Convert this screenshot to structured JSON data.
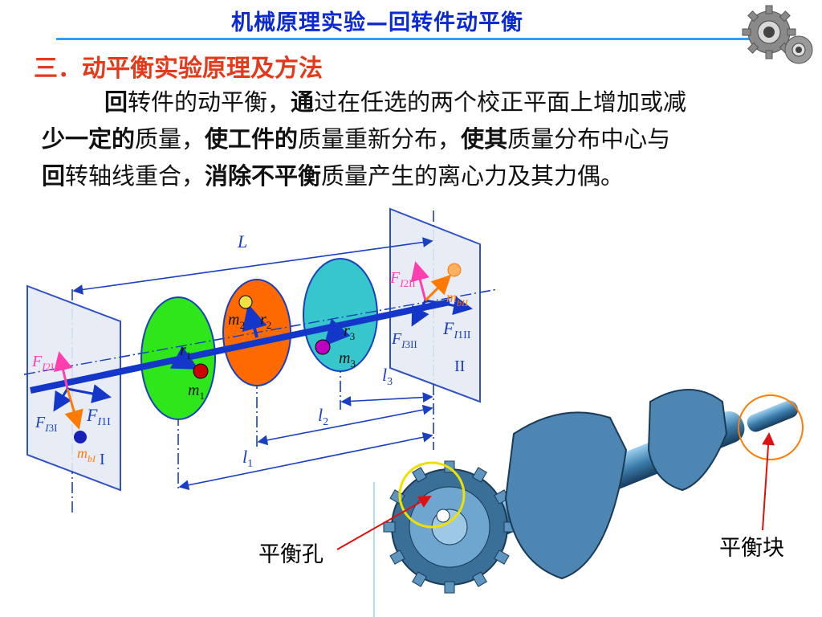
{
  "header": {
    "title": "机械原理实验—回转件动平衡"
  },
  "section": {
    "title": "三．动平衡实验原理及方法"
  },
  "paragraph": {
    "s1a": "回",
    "s1b": "转件的动平衡，",
    "s1c": "通",
    "s1d": "过在任选的两个校正平面上增加或减",
    "s2a": "少一定的",
    "s2b": "质量，",
    "s2c": "使工件的",
    "s2d": "质量重新分布，",
    "s2e": "使其",
    "s2f": "质量分布中心与",
    "s3a": "回",
    "s3b": "转轴线重合，",
    "s3c": "消除不平衡",
    "s3d": "质量产生的离心力及其力偶。"
  },
  "diagram": {
    "L": "L",
    "l1": "l",
    "l1_sub": "1",
    "l2": "l",
    "l2_sub": "2",
    "l3": "l",
    "l3_sub": "3",
    "r1": "r",
    "r1_sub": "1",
    "r2": "r",
    "r2_sub": "2",
    "r3": "r",
    "r3_sub": "3",
    "m1": "m",
    "m1_sub": "1",
    "m2": "m",
    "m2_sub": "2",
    "m3": "m",
    "m3_sub": "3",
    "F": "F",
    "I_sub": "I",
    "F_I2I_sub": "2I",
    "F_I3I_sub": "3I",
    "F_I1I_sub": "1I",
    "F_I2II_sub": "2II",
    "F_I3II_sub": "3II",
    "F_I1II_sub": "1II",
    "m_bI": "m",
    "m_bI_sub": "bI",
    "m_bII": "m",
    "m_bII_sub": "bII",
    "plane_I": "I",
    "plane_II": "II"
  },
  "callouts": {
    "hole": "平衡孔",
    "block": "平衡块"
  },
  "colors": {
    "shaft": "#1537c9",
    "disk1": "#2ee619",
    "disk2": "#ff6a00",
    "disk3": "#36c6cc",
    "dim": "#1a3fc0",
    "pink": "#ff3fb0",
    "orange": "#ff7a00"
  },
  "icons": {
    "logo": "gears-icon"
  }
}
